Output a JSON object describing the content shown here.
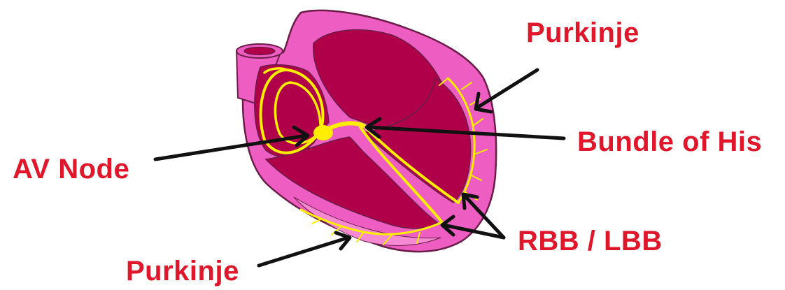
{
  "labels": {
    "purkinje_top": "Purkinje",
    "bundle_of_his": "Bundle of His",
    "av_node": "AV Node",
    "rbb_lbb": "RBB / LBB",
    "purkinje_bottom": "Purkinje"
  },
  "colors": {
    "label": "#e0162b",
    "heart_wall": "#ee5ec2",
    "heart_outline": "#6b1d48",
    "chamber": "#b0004a",
    "conduction": "#ffee00",
    "arrow": "#111111"
  }
}
